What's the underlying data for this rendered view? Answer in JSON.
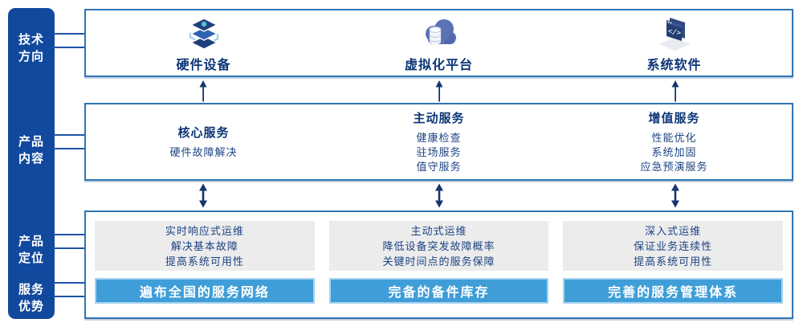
{
  "colors": {
    "sidebar_blue": "#11499e",
    "box_border_blue": "#2e74b5",
    "title_navy": "#0b3576",
    "body_navy": "#1c4383",
    "advantage_bar_blue": "#3f9ed8",
    "gray_box": "#ececec",
    "arrow_navy": "#16356f"
  },
  "sidebar": {
    "items": [
      {
        "label": "技术\n方向"
      },
      {
        "label": "产品\n内容"
      },
      {
        "label": "产品\n定位"
      },
      {
        "label": "服务\n优势"
      }
    ]
  },
  "top": {
    "items": [
      {
        "label": "硬件设备",
        "icon": "server-stack-icon"
      },
      {
        "label": "虚拟化平台",
        "icon": "cloud-database-icon"
      },
      {
        "label": "系统软件",
        "icon": "code-window-icon",
        "glyph": "</>"
      }
    ]
  },
  "middle": {
    "columns": [
      {
        "title": "核心服务",
        "items": [
          "硬件故障解决"
        ]
      },
      {
        "title": "主动服务",
        "items": [
          "健康检查",
          "驻场服务",
          "值守服务"
        ]
      },
      {
        "title": "增值服务",
        "items": [
          "性能优化",
          "系统加固",
          "应急预演服务"
        ]
      }
    ]
  },
  "bottom": {
    "columns": [
      {
        "position_lines": [
          "实时响应式运维",
          "解决基本故障",
          "提高系统可用性"
        ],
        "advantage": "遍布全国的服务网络"
      },
      {
        "position_lines": [
          "主动式运维",
          "降低设备突发故障概率",
          "关键时间点的服务保障"
        ],
        "advantage": "完备的备件库存"
      },
      {
        "position_lines": [
          "深入式运维",
          "保证业务连续性",
          "提高系统可用性"
        ],
        "advantage": "完善的服务管理体系"
      }
    ]
  }
}
